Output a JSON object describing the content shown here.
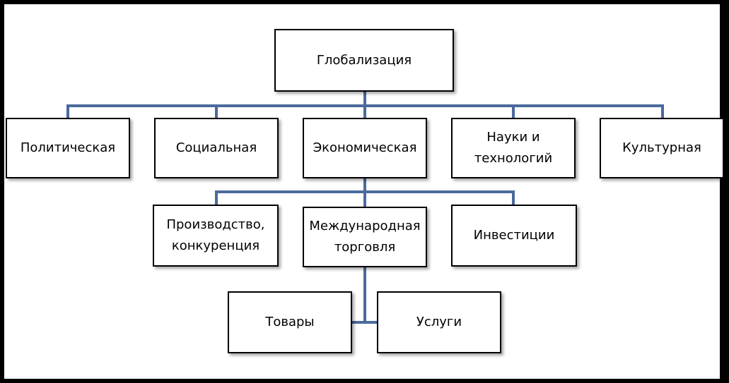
{
  "diagram": {
    "root": {
      "label": "Глобализация"
    },
    "types": [
      {
        "label": "Политическая"
      },
      {
        "label": "Социальная"
      },
      {
        "label": "Экономическая"
      },
      {
        "label": "Науки и\nтехнологий"
      },
      {
        "label": "Культурная"
      }
    ],
    "economic_children": [
      {
        "label": "Производство,\nконкуренция"
      },
      {
        "label": "Международная\nторговля"
      },
      {
        "label": "Инвестиции"
      }
    ],
    "trade_children": [
      {
        "label": "Товары"
      },
      {
        "label": "Услуги"
      }
    ]
  },
  "colors": {
    "connector": "#4a6a9b",
    "box_border": "#000000",
    "background": "#ffffff",
    "frame": "#000000"
  }
}
